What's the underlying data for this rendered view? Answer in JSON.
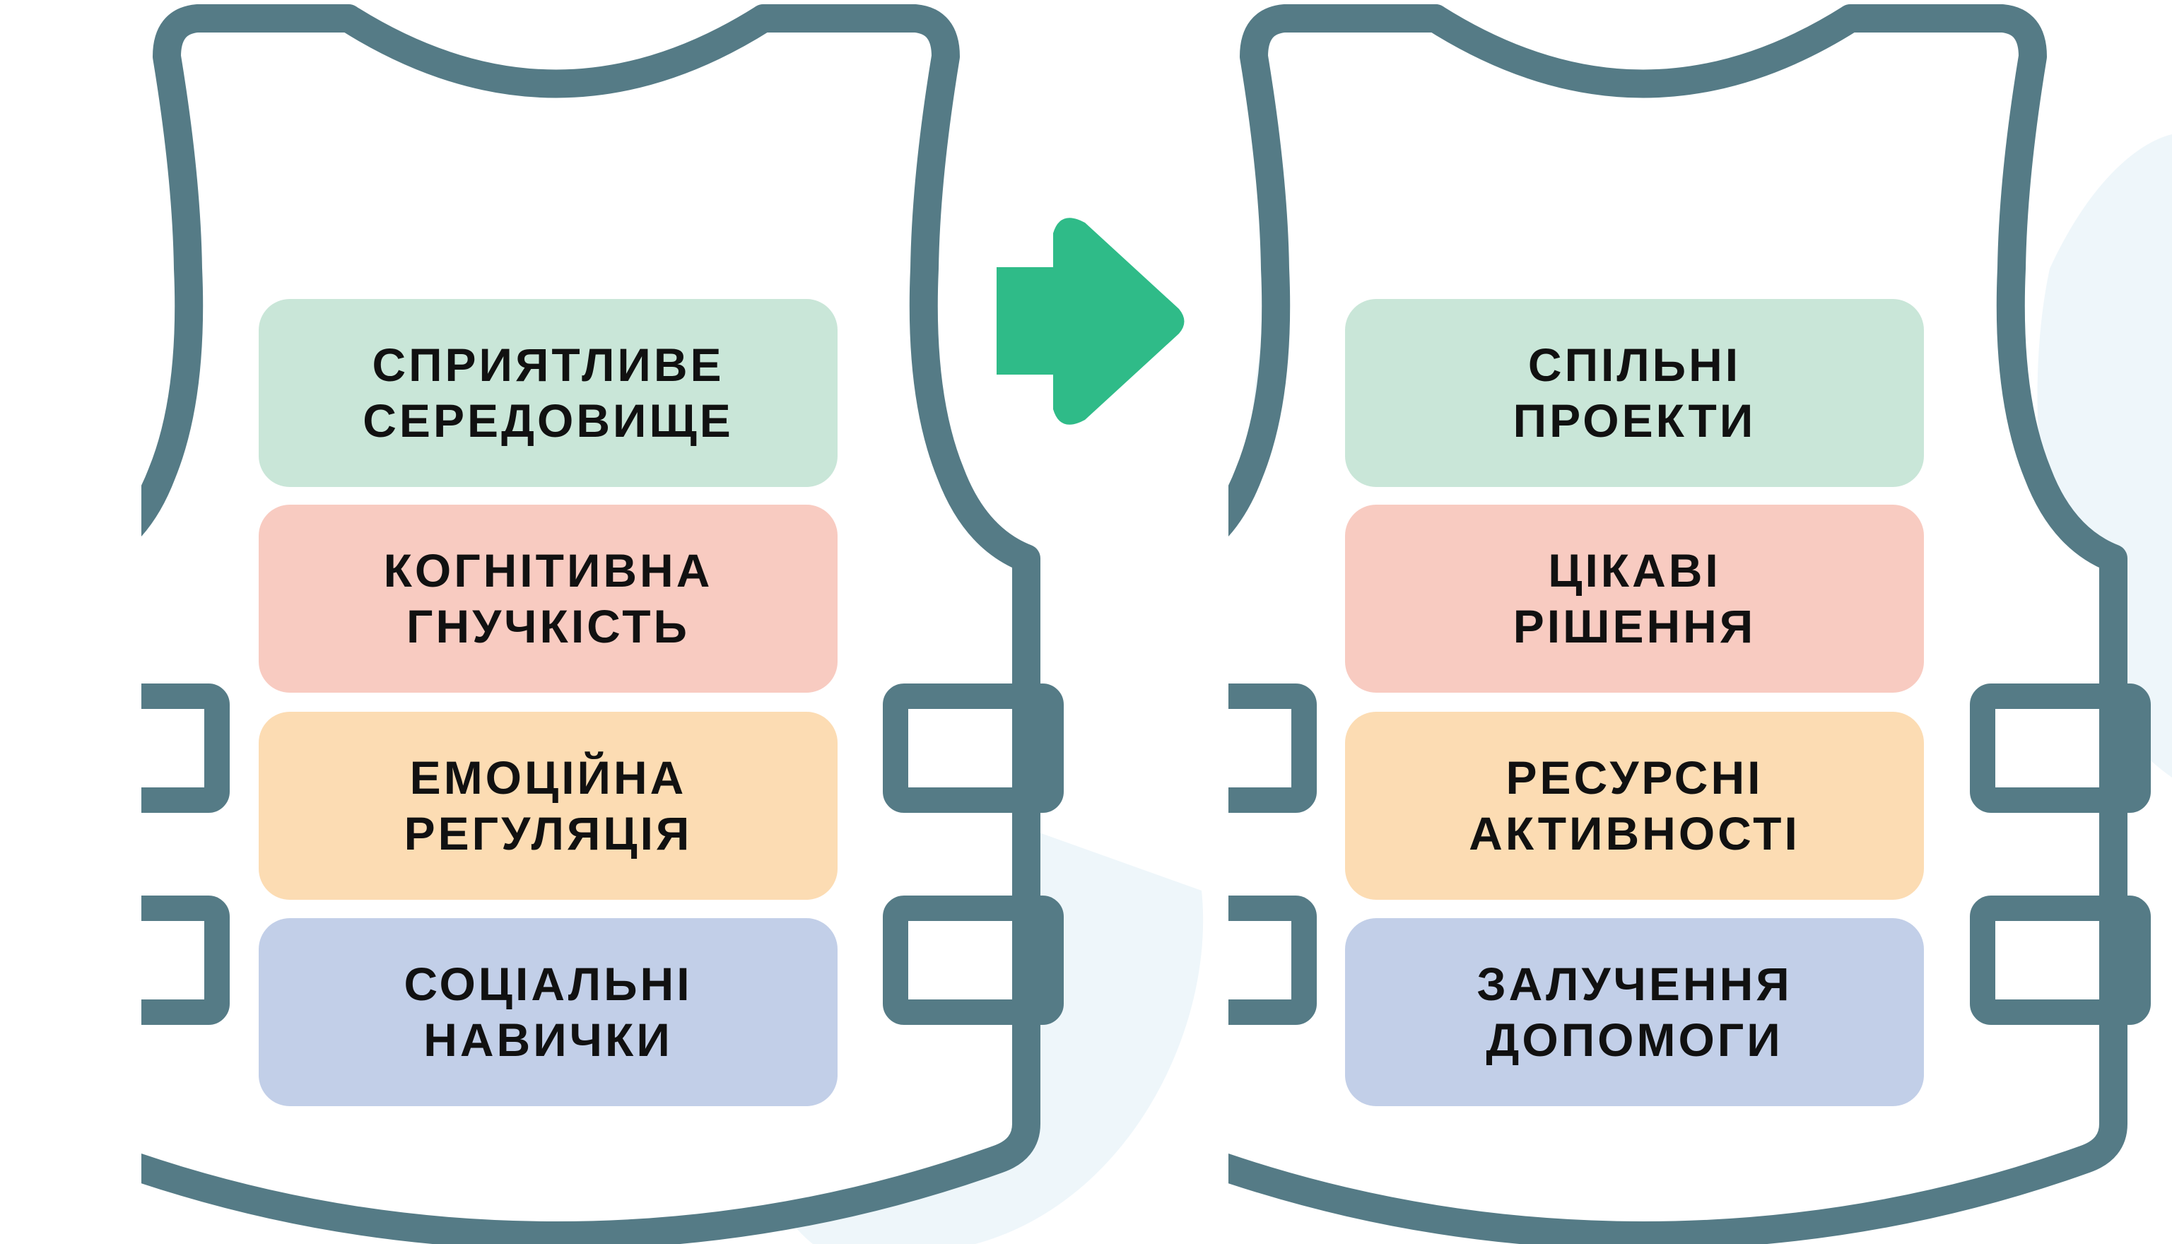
{
  "colors": {
    "vest_outline": "#557b86",
    "arrow": "#2fbb88",
    "background_blob": "#eef6fa",
    "card_green": "#c9e6d8",
    "card_pink": "#f8cbc1",
    "card_orange": "#fcdcb3",
    "card_blue": "#c2cfe8"
  },
  "icons": {
    "left_vest": "vest-outline-icon",
    "right_vest": "vest-outline-icon",
    "connector": "arrow-right-icon"
  },
  "left_vest": {
    "cards": [
      {
        "line1": "СПРИЯТЛИВЕ",
        "line2": "СЕРЕДОВИЩЕ",
        "color": "#c9e6d8"
      },
      {
        "line1": "КОГНІТИВНА",
        "line2": "ГНУЧКІСТЬ",
        "color": "#f8cbc1"
      },
      {
        "line1": "ЕМОЦІЙНА",
        "line2": "РЕГУЛЯЦІЯ",
        "color": "#fcdcb3"
      },
      {
        "line1": "СОЦІАЛЬНІ",
        "line2": "НАВИЧКИ",
        "color": "#c2cfe8"
      }
    ]
  },
  "right_vest": {
    "cards": [
      {
        "line1": "СПІЛЬНІ",
        "line2": "ПРОЕКТИ",
        "color": "#c9e6d8"
      },
      {
        "line1": "ЦІКАВІ",
        "line2": "РІШЕННЯ",
        "color": "#f8cbc1"
      },
      {
        "line1": "РЕСУРСНІ",
        "line2": "АКТИВНОСТІ",
        "color": "#fcdcb3"
      },
      {
        "line1": "ЗАЛУЧЕННЯ",
        "line2": "ДОПОМОГИ",
        "color": "#c2cfe8"
      }
    ]
  }
}
